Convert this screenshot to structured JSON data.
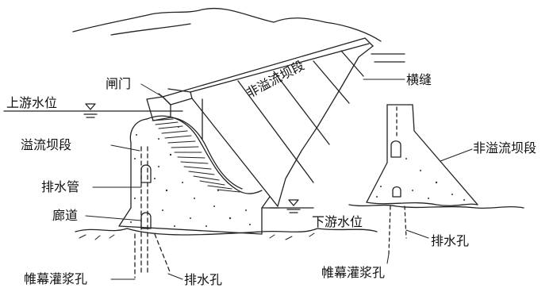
{
  "labels": {
    "upstream_water_level": "上游水位",
    "gate": "闸门",
    "transverse_joint": "横缝",
    "overflow_section": "溢流坝段",
    "non_overflow_section_main": "非溢流坝段",
    "non_overflow_section_side": "非溢流坝段",
    "drain_pipe": "排水管",
    "gallery": "廊道",
    "downstream_water_level": "下游水位",
    "drain_hole_main": "排水孔",
    "drain_hole_side": "排水孔",
    "grout_curtain_hole_main": "帷幕灌浆孔",
    "grout_curtain_hole_side": "帷幕灌浆孔"
  }
}
